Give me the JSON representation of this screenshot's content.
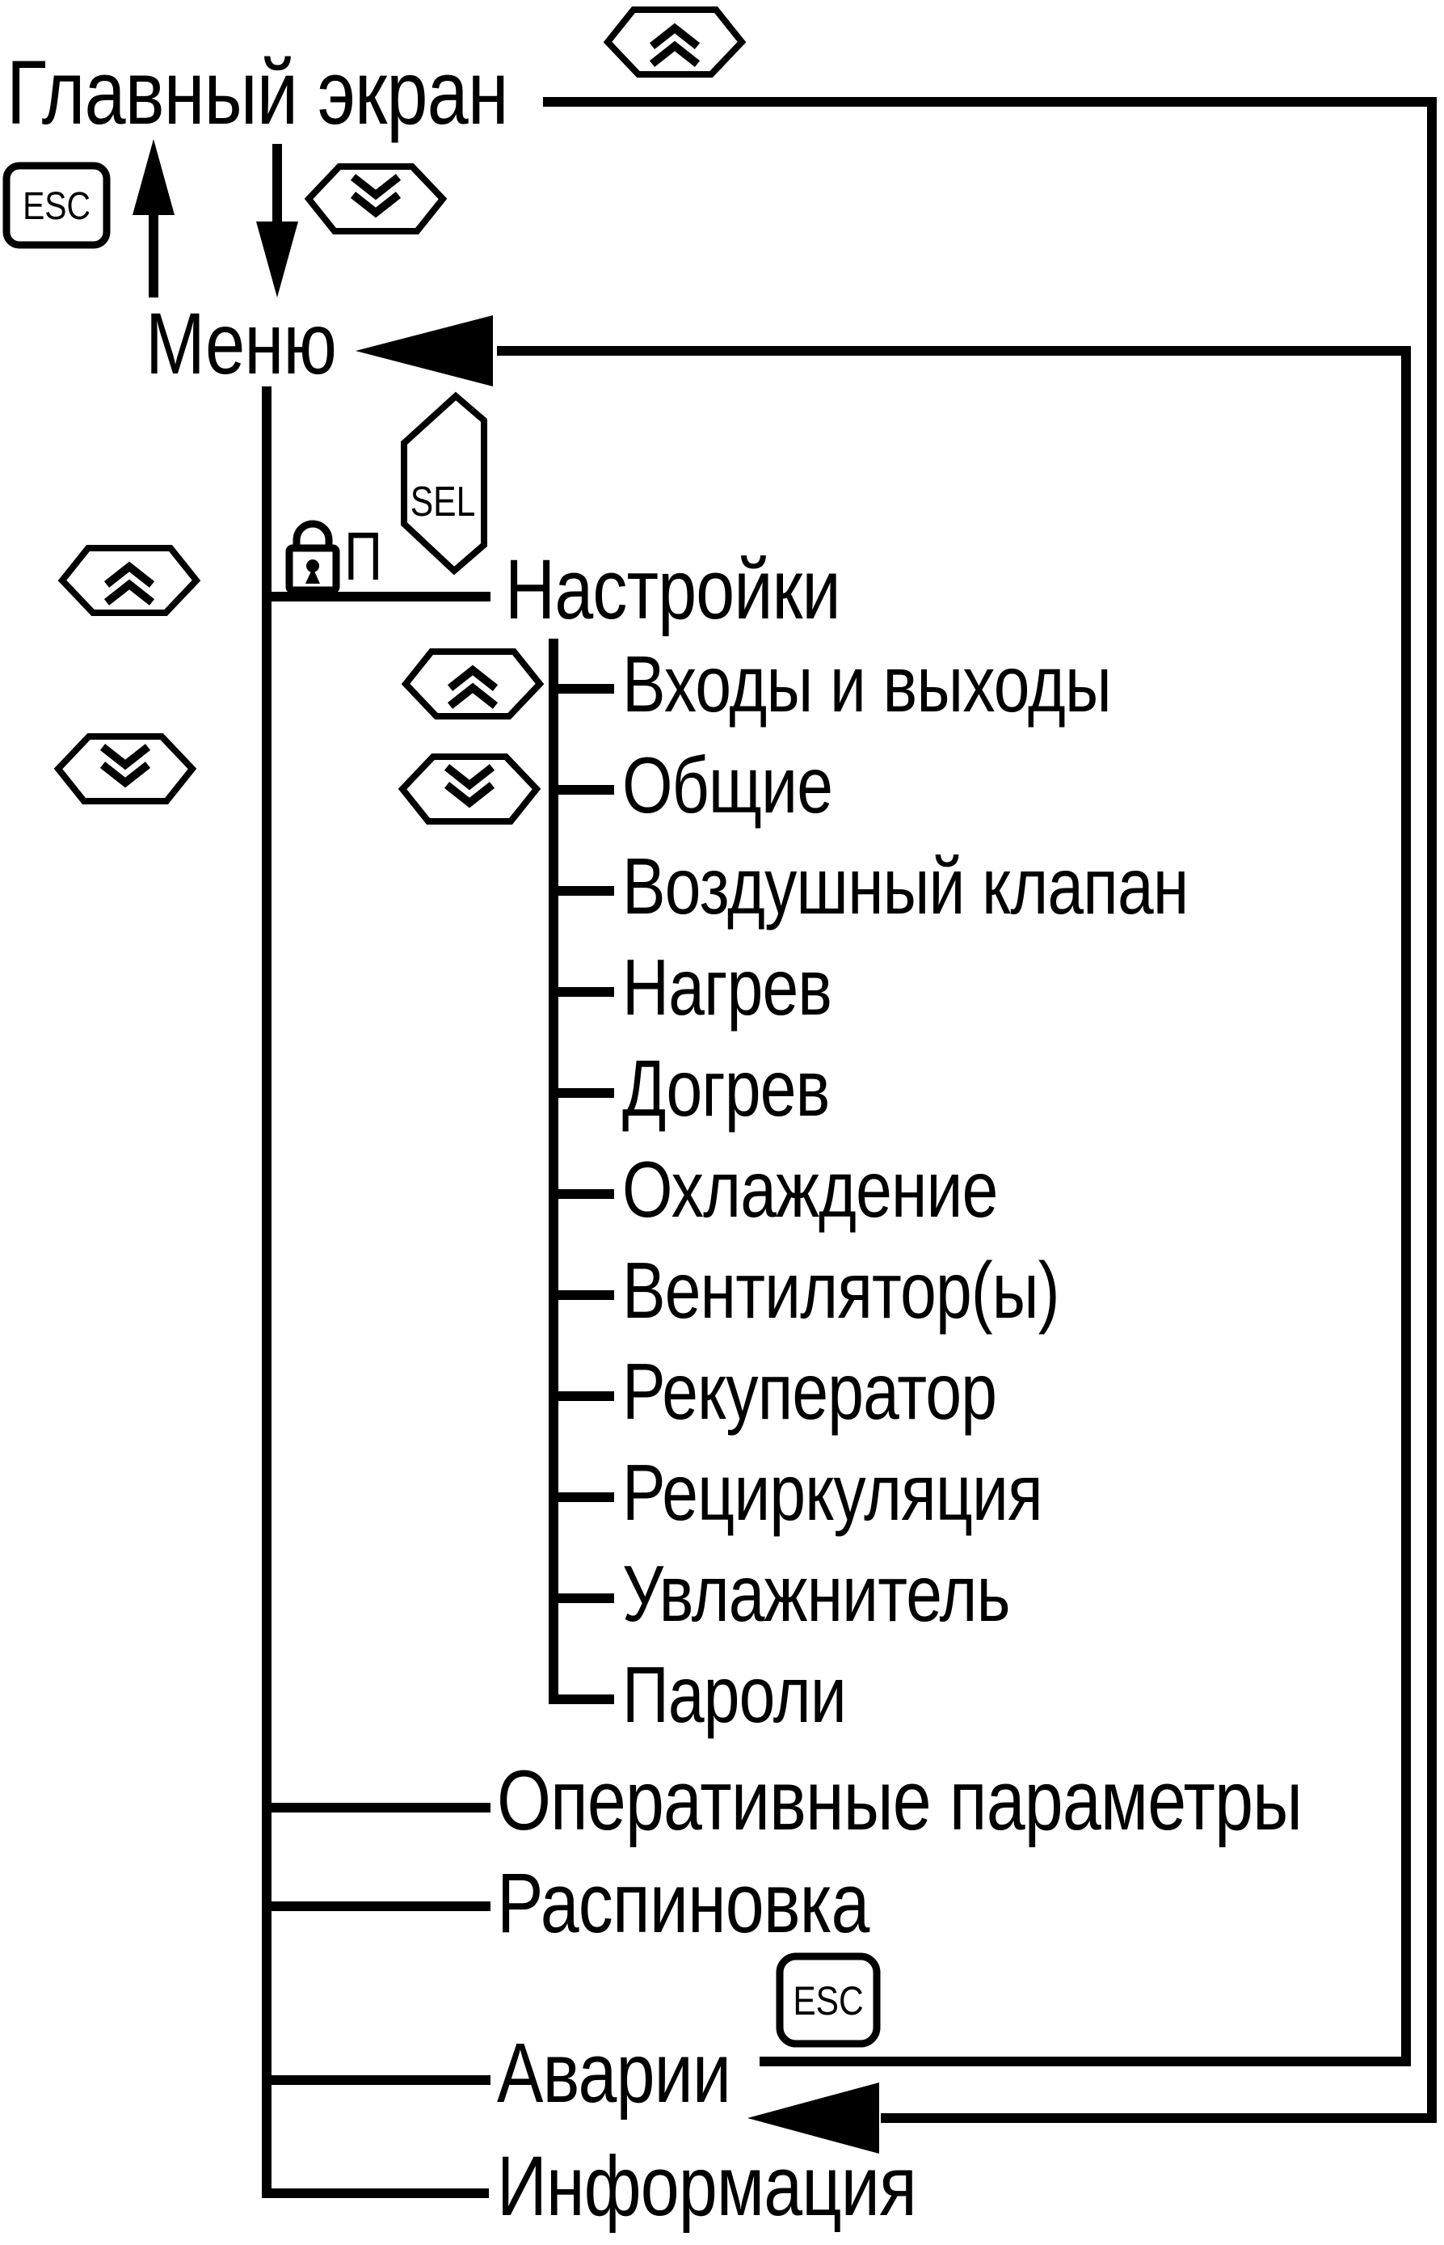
{
  "colors": {
    "line": "#000000",
    "background": "#ffffff"
  },
  "screens": {
    "main_screen": "Главный экран",
    "menu": "Меню",
    "settings": "Настройки",
    "settings_children": [
      "Входы и выходы",
      "Общие",
      "Воздушный клапан",
      "Нагрев",
      "Догрев",
      "Охлаждение",
      "Вентилятор(ы)",
      "Рекуператор",
      "Рециркуляция",
      "Увлажнитель",
      "Пароли"
    ],
    "operational_params": "Оперативные параметры",
    "pinout": "Распиновка",
    "alarms": "Аварии",
    "information": "Информация"
  },
  "buttons": {
    "esc_main": "ESC",
    "esc_alarms": "ESC",
    "sel": "SEL",
    "password_suffix": "П"
  }
}
